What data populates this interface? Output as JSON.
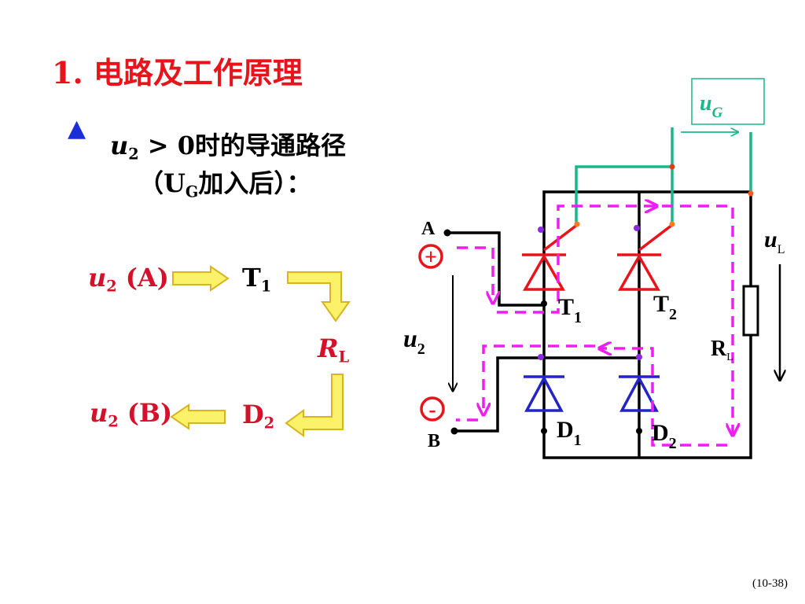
{
  "title": "1.  电路及工作原理",
  "bullet_symbol": "▲",
  "subtitle_line1": {
    "var": "u",
    "sub": "2",
    "rest": " > 0时的导通路径"
  },
  "subtitle_line2": {
    "pre": "（U",
    "sub": "G",
    "rest": "加入后）："
  },
  "flow": {
    "start": {
      "var": "u",
      "sub": "2",
      "rest": " (A)"
    },
    "t1": {
      "main": "T",
      "sub": "1"
    },
    "rl": {
      "main": "R",
      "sub": "L"
    },
    "d2": {
      "main": "D",
      "sub": "2"
    },
    "end": {
      "var": "u",
      "sub": "2",
      "rest": " (B)"
    }
  },
  "circuit": {
    "ug_main": "u",
    "ug_sub": "G",
    "node_a": "A",
    "node_b": "B",
    "plus_sign": "+",
    "minus_sign": "-",
    "u2_main": "u",
    "u2_sub": "2",
    "ul_main": "u",
    "ul_sub": "L",
    "t1_main": "T",
    "t1_sub": "1",
    "t2_main": "T",
    "t2_sub": "2",
    "d1_main": "D",
    "d1_sub": "1",
    "d2_main": "D",
    "d2_sub": "2",
    "rl_main": "R",
    "rl_sub": "L"
  },
  "page_number": "(10-38)",
  "colors": {
    "title": "#e8141b",
    "wire": "#000000",
    "gate_wire": "#1bb78a",
    "current_path": "#ee1ef0",
    "thyristor": "#e8141b",
    "diode": "#2323c8",
    "arrow_fill": "#fbf26a",
    "arrow_stroke": "#d8b420",
    "bullet": "#1a2fd8"
  }
}
